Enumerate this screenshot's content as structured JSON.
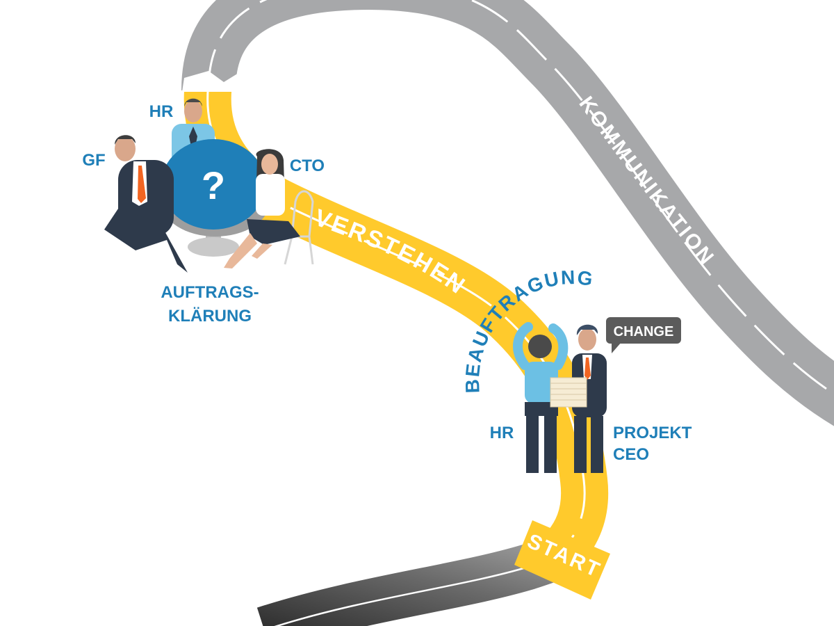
{
  "road": {
    "grey_label": "KOMMUNIKATION",
    "yellow_label": "VERSTEHEN",
    "start_label": "START",
    "assignment_label": "BEAUFTRAGUNG"
  },
  "meeting": {
    "hr_label": "HR",
    "gf_label": "GF",
    "cto_label": "CTO",
    "question_mark": "?",
    "caption_line1": "AUFTRAGS-",
    "caption_line2": "KLÄRUNG"
  },
  "handover": {
    "hr_label": "HR",
    "ceo_line1": "PROJEKT",
    "ceo_line2": "CEO",
    "speech_bubble": "CHANGE"
  },
  "colors": {
    "yellow_road": "#ffca2c",
    "grey_road": "#a7a8aa",
    "dark_road": "#4d4d4d",
    "label_blue": "#1f7fb8",
    "table_blue": "#1f7fb8",
    "suit_dark": "#2e3a4b",
    "shirt_light_blue": "#7cc6e6",
    "tie_orange": "#f26522",
    "bubble_grey": "#5b5b5b"
  },
  "icons": [
    "question-mark-icon",
    "speech-bubble-icon",
    "document-stack-icon",
    "chair-icon"
  ]
}
